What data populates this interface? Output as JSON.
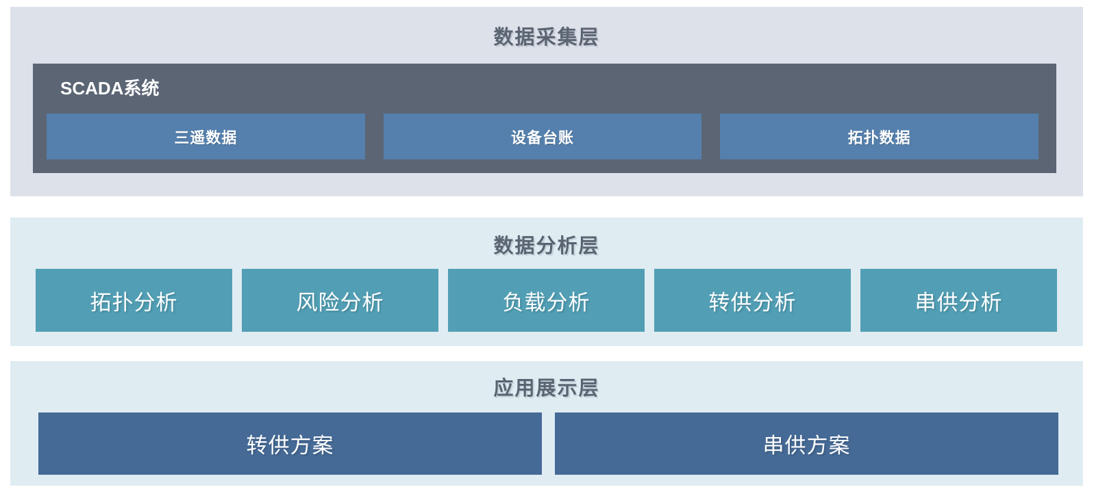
{
  "colors": {
    "layer1_bg": "#dde1ea",
    "layer2_bg": "#dfecf2",
    "layer3_bg": "#dfecf2",
    "scada_bg": "#5b6574",
    "data_box_bg": "#5580ad",
    "analysis_box_bg": "#529fb5",
    "app_box_bg": "#456a96",
    "title_color": "#5b6472",
    "box_text": "#ffffff"
  },
  "layers": {
    "collection": {
      "title": "数据采集层",
      "scada": {
        "label": "SCADA系统",
        "items": [
          {
            "label": "三遥数据"
          },
          {
            "label": "设备台账"
          },
          {
            "label": "拓扑数据"
          }
        ]
      }
    },
    "analysis": {
      "title": "数据分析层",
      "items": [
        {
          "label": "拓扑分析"
        },
        {
          "label": "风险分析"
        },
        {
          "label": "负载分析"
        },
        {
          "label": "转供分析"
        },
        {
          "label": "串供分析"
        }
      ]
    },
    "application": {
      "title": "应用展示层",
      "items": [
        {
          "label": "转供方案"
        },
        {
          "label": "串供方案"
        }
      ]
    }
  }
}
